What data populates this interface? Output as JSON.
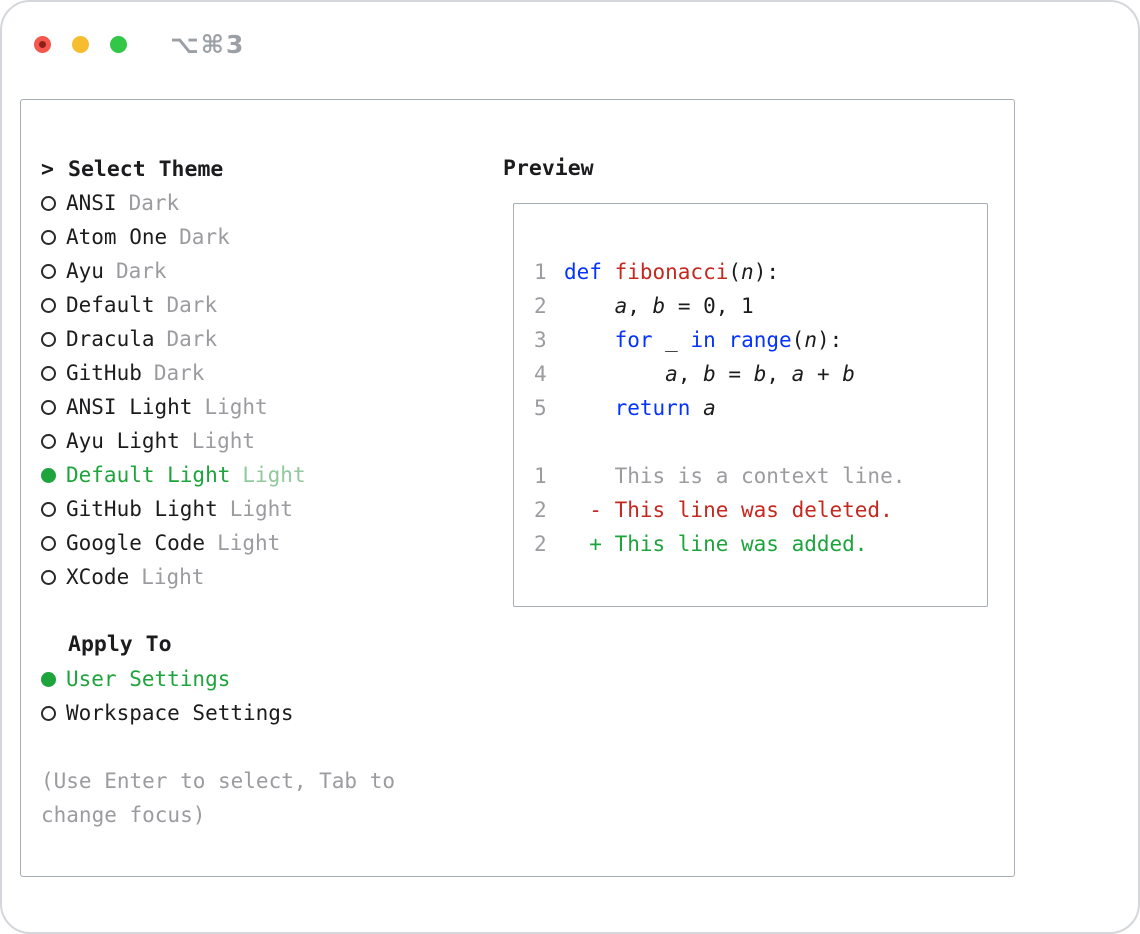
{
  "colors": {
    "text": "#1c1c1e",
    "muted": "#9b9ba0",
    "green": "#1ea43c",
    "green_soft": "#90c99b",
    "red": "#c5281f",
    "blue": "#0433ff",
    "panel_border": "#a6adb5",
    "window_border": "#d4d7db",
    "light_red": "#f5574d",
    "light_red_dot": "#8c211b",
    "light_yellow": "#f6bd2f",
    "light_green": "#33c748"
  },
  "window": {
    "shortcut_label": "⌥⌘3",
    "traffic_lights": [
      "close",
      "minimize",
      "zoom"
    ]
  },
  "selector": {
    "prompt": ">",
    "title": "Select Theme",
    "items": [
      {
        "label": "ANSI",
        "variant": "Dark",
        "selected": false
      },
      {
        "label": "Atom One",
        "variant": "Dark",
        "selected": false
      },
      {
        "label": "Ayu",
        "variant": "Dark",
        "selected": false
      },
      {
        "label": "Default",
        "variant": "Dark",
        "selected": false
      },
      {
        "label": "Dracula",
        "variant": "Dark",
        "selected": false
      },
      {
        "label": "GitHub",
        "variant": "Dark",
        "selected": false
      },
      {
        "label": "ANSI Light",
        "variant": "Light",
        "selected": false
      },
      {
        "label": "Ayu Light",
        "variant": "Light",
        "selected": false
      },
      {
        "label": "Default Light",
        "variant": "Light",
        "selected": true
      },
      {
        "label": "GitHub Light",
        "variant": "Light",
        "selected": false
      },
      {
        "label": "Google Code",
        "variant": "Light",
        "selected": false
      },
      {
        "label": "XCode",
        "variant": "Light",
        "selected": false
      }
    ]
  },
  "apply_to": {
    "title": "Apply To",
    "options": [
      {
        "label": "User Settings",
        "selected": true
      },
      {
        "label": "Workspace Settings",
        "selected": false
      }
    ]
  },
  "hint": "(Use Enter to select, Tab to change focus)",
  "preview": {
    "title": "Preview",
    "code": [
      {
        "num": "1",
        "tokens": [
          {
            "t": "def ",
            "c": "kw"
          },
          {
            "t": "fibonacci",
            "c": "fn"
          },
          {
            "t": "(",
            "c": "p"
          },
          {
            "t": "n",
            "c": "v"
          },
          {
            "t": "):",
            "c": "p"
          }
        ]
      },
      {
        "num": "2",
        "tokens": [
          {
            "t": "    ",
            "c": "p"
          },
          {
            "t": "a",
            "c": "v"
          },
          {
            "t": ", ",
            "c": "p"
          },
          {
            "t": "b",
            "c": "v"
          },
          {
            "t": " = 0, 1",
            "c": "p"
          }
        ]
      },
      {
        "num": "3",
        "tokens": [
          {
            "t": "    ",
            "c": "p"
          },
          {
            "t": "for",
            "c": "kw"
          },
          {
            "t": " ",
            "c": "p"
          },
          {
            "t": "_",
            "c": "p"
          },
          {
            "t": " ",
            "c": "p"
          },
          {
            "t": "in",
            "c": "kw"
          },
          {
            "t": " ",
            "c": "p"
          },
          {
            "t": "range",
            "c": "kw"
          },
          {
            "t": "(",
            "c": "p"
          },
          {
            "t": "n",
            "c": "v"
          },
          {
            "t": "):",
            "c": "p"
          }
        ]
      },
      {
        "num": "4",
        "tokens": [
          {
            "t": "        ",
            "c": "p"
          },
          {
            "t": "a",
            "c": "v"
          },
          {
            "t": ", ",
            "c": "p"
          },
          {
            "t": "b",
            "c": "v"
          },
          {
            "t": " = ",
            "c": "p"
          },
          {
            "t": "b",
            "c": "v"
          },
          {
            "t": ", ",
            "c": "p"
          },
          {
            "t": "a",
            "c": "v"
          },
          {
            "t": " + ",
            "c": "p"
          },
          {
            "t": "b",
            "c": "v"
          }
        ]
      },
      {
        "num": "5",
        "tokens": [
          {
            "t": "    ",
            "c": "p"
          },
          {
            "t": "return",
            "c": "kw"
          },
          {
            "t": " ",
            "c": "p"
          },
          {
            "t": "a",
            "c": "v"
          }
        ]
      }
    ],
    "diff": [
      {
        "num": "1",
        "marker": " ",
        "text": "This is a context line.",
        "type": "context"
      },
      {
        "num": "2",
        "marker": "-",
        "text": "This line was deleted.",
        "type": "deleted"
      },
      {
        "num": "2",
        "marker": "+",
        "text": "This line was added.",
        "type": "added"
      }
    ]
  }
}
